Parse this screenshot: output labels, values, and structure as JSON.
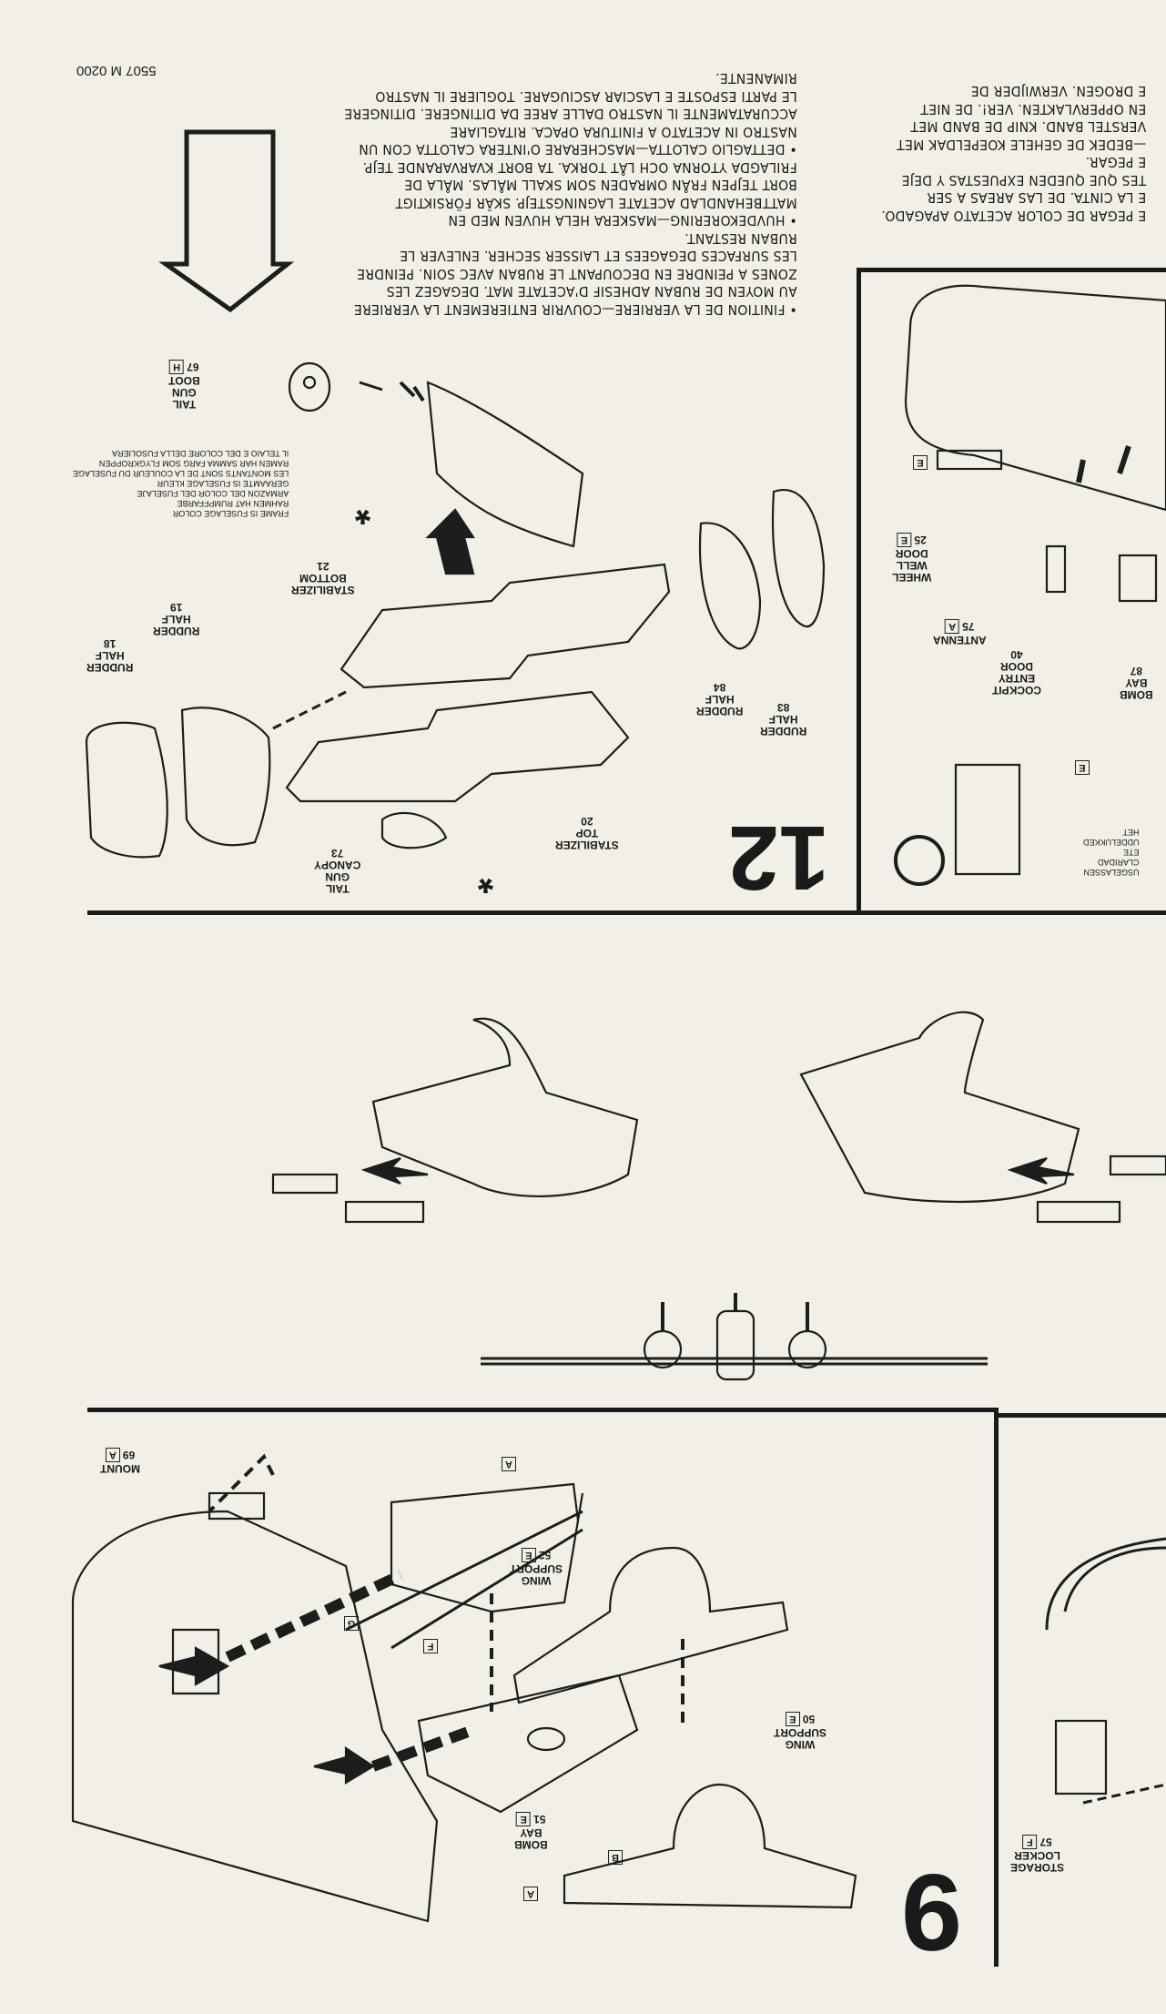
{
  "document": {
    "code": "5507 M 0200",
    "steps": {
      "step_12": "12",
      "step_9": "9"
    },
    "instructions_main": [
      "• FINITION DE LA VERRIERE—COUVRIR ENTIEREMENT LA VERRIERE",
      "AU MOYEN DE RUBAN ADHESIF D'ACETATE MAT. DEGAGEZ LES",
      "ZONES A PEINDRE EN DECOUPANT LE RUBAN AVEC SOIN. PEINDRE",
      "LES SURFACES DEGAGEES ET LAISSER SECHER. ENLEVER LE",
      "RUBAN RESTANT.",
      "• HUVDEKORERING—MASKERA HELA HUVEN MED EN",
      "MATTBEHANDLAD ACETATE LAGNINGSTEJP. SKÄR FÖRSIKTIGT",
      "BORT TEJPEN FRÅN OMRADEN SOM SKALL MÅLAS. MÅLA DE",
      "FRILAGDA YTORNA OCH LÅT TORKA. TA BORT KVARVARANDE TEJP.",
      "• DETTAGLIO CALOTTA—MASCHERARE O'INTERA CALOTTA CON UN",
      "NASTRO IN ACETATO A FINITURA OPACA. RITAGLIARE",
      "ACCURATAMENTE IL NASTRO DALLE AREE DA DITINGERE. DITINGERE",
      "LE PARTI ESPOSTE E LASCIAR ASCIUGARE. TOGLIERE IL NASTRO",
      "RIMANENTE."
    ],
    "instructions_partial": [
      "E PEGAR DE COLOR ACETATO APAGADO.",
      "E LA CINTA. DE LAS AREAS A SER",
      "TES QUE QUEDEN EXPUESTAS Y DEJE",
      "E PEGAR.",
      "—BEDEK DE GEHELE KOEPELDAK MET",
      "VERSTEL BAND. KNIP DE BAND MET",
      "EN OPPERVLAKTEN. VER!. DE NIET",
      "E DROGEN. VERWIJDER DE"
    ],
    "frame_note": [
      "FRAME IS FUSELAGE COLOR",
      "RAHMEN HAT RUMPFFARBE",
      "ARMAZON DEL COLOR DEL FUSELAJE",
      "GERAAMTE IS FUSELAGE KLEUR",
      "LES MONTANTS SONT DE LA COULEUR DU FUSELAGE",
      "RAMEN HAR SAMMA FARG SOM FLYGKROPPEN",
      "IL TELAIO E DEL COLORE DELLA FUSOLIERA"
    ],
    "fuselage_note": [
      "USGELASSEN",
      "CLARIDAD",
      "ETE",
      "UDDELUKKED",
      "HET"
    ],
    "asterisk": "*",
    "parts": [
      {
        "name": "TAIL GUN BOOT",
        "lines": [
          "TAIL",
          "GUN",
          "BOOT"
        ],
        "number": "67",
        "tree": "H"
      },
      {
        "name": "RUDDER HALF 18",
        "lines": [
          "RUDDER",
          "HALF"
        ],
        "number": "18",
        "tree": ""
      },
      {
        "name": "RUDDER HALF 19",
        "lines": [
          "RUDDER",
          "HALF"
        ],
        "number": "19",
        "tree": ""
      },
      {
        "name": "STABILIZER BOTTOM",
        "lines": [
          "STABILIZER",
          "BOTTOM"
        ],
        "number": "21",
        "tree": ""
      },
      {
        "name": "TAIL GUN CANOPY",
        "lines": [
          "TAIL",
          "GUN",
          "CANOPY"
        ],
        "number": "73",
        "tree": ""
      },
      {
        "name": "STABILIZER TOP",
        "lines": [
          "STABILIZER",
          "TOP"
        ],
        "number": "20",
        "tree": ""
      },
      {
        "name": "RUDDER HALF 84",
        "lines": [
          "RUDDER",
          "HALF"
        ],
        "number": "84",
        "tree": ""
      },
      {
        "name": "RUDDER HALF 83",
        "lines": [
          "RUDDER",
          "HALF"
        ],
        "number": "83",
        "tree": ""
      },
      {
        "name": "WHEEL WELL DOOR",
        "lines": [
          "WHEEL",
          "WELL",
          "DOOR"
        ],
        "number": "25",
        "tree": "E"
      },
      {
        "name": "ANTENNA",
        "lines": [
          "ANTENNA"
        ],
        "number": "75",
        "tree": "A"
      },
      {
        "name": "COCKPIT ENTRY DOOR",
        "lines": [
          "COCKPIT",
          "ENTRY",
          "DOOR"
        ],
        "number": "40",
        "tree": ""
      },
      {
        "name": "BOMB BAY 87",
        "lines": [
          "BOMB",
          "BAY"
        ],
        "number": "87",
        "tree": ""
      },
      {
        "name": "MOUNT",
        "lines": [
          "MOUNT"
        ],
        "number": "69",
        "tree": "A"
      },
      {
        "name": "WING SUPPORT 52",
        "lines": [
          "WING",
          "SUPPORT"
        ],
        "number": "52",
        "tree": "E"
      },
      {
        "name": "WING SUPPORT 50",
        "lines": [
          "WING",
          "SUPPORT"
        ],
        "number": "50",
        "tree": "E"
      },
      {
        "name": "BOMB BAY 51",
        "lines": [
          "BOMB",
          "BAY"
        ],
        "number": "51",
        "tree": "E"
      },
      {
        "name": "STORAGE LOCKER",
        "lines": [
          "STORAGE",
          "LOCKER"
        ],
        "number": "57",
        "tree": "F"
      }
    ],
    "tree_tags": [
      "E",
      "E",
      "A",
      "G",
      "F",
      "B",
      "A"
    ]
  }
}
